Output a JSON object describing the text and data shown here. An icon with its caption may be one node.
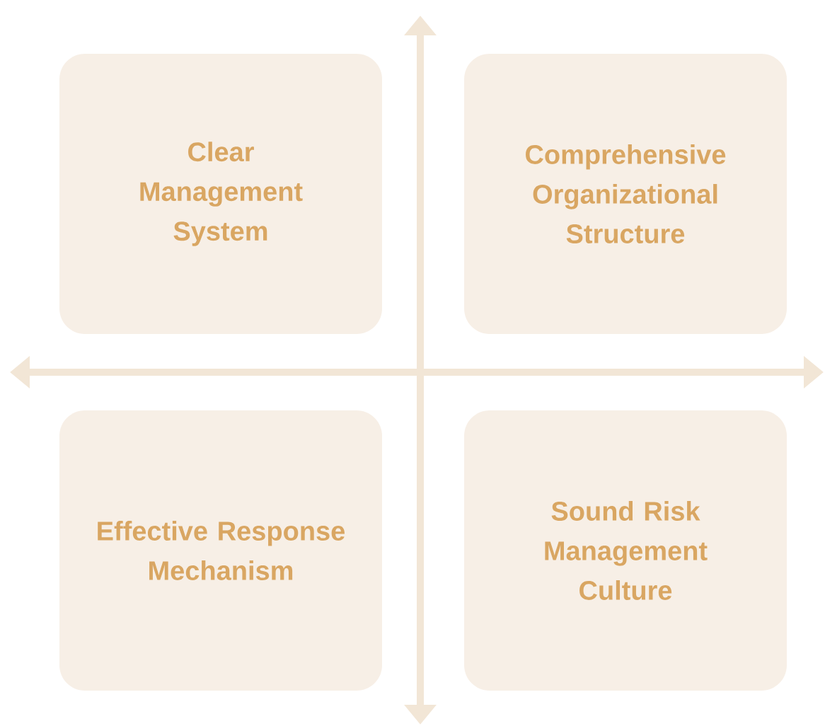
{
  "diagram": {
    "nodes": [
      {
        "text": [
          "Clear Management System"
        ]
      },
      {
        "text": [
          "Comprehensive Organizational Structure"
        ]
      },
      {
        "text": [
          "Effective Response Mechanism"
        ]
      },
      {
        "text": [
          "Sound Risk Management Culture"
        ]
      }
    ]
  }
}
